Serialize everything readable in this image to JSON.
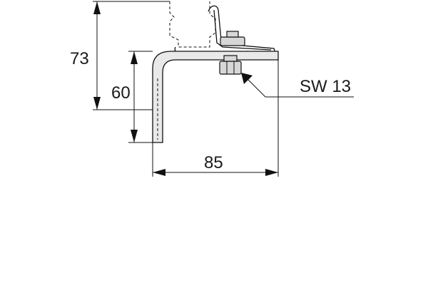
{
  "dimensions": {
    "height_total": "73",
    "height_bracket": "60",
    "width_bracket": "85",
    "wrench_size": "SW 13"
  }
}
